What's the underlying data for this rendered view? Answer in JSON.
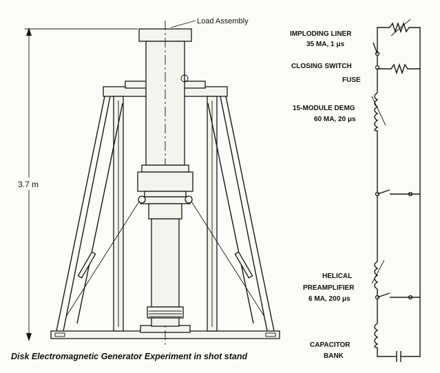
{
  "figure": {
    "caption": "Disk Electromagnetic Generator Experiment in shot stand",
    "load_assembly_label": "Load Assembly",
    "height_label": "3.7 m"
  },
  "circuit": {
    "imploding_liner": [
      "IMPLODING LINER",
      "35 MA, 1 μs"
    ],
    "closing_switch": "CLOSING SWITCH",
    "fuse": "FUSE",
    "demg": [
      "15-MODULE DEMG",
      "60 MA, 20 μs"
    ],
    "helical": [
      "HELICAL",
      "PREAMPLIFIER",
      "6 MA, 200 μs"
    ],
    "capacitor": [
      "CAPACITOR",
      "BANK"
    ]
  }
}
